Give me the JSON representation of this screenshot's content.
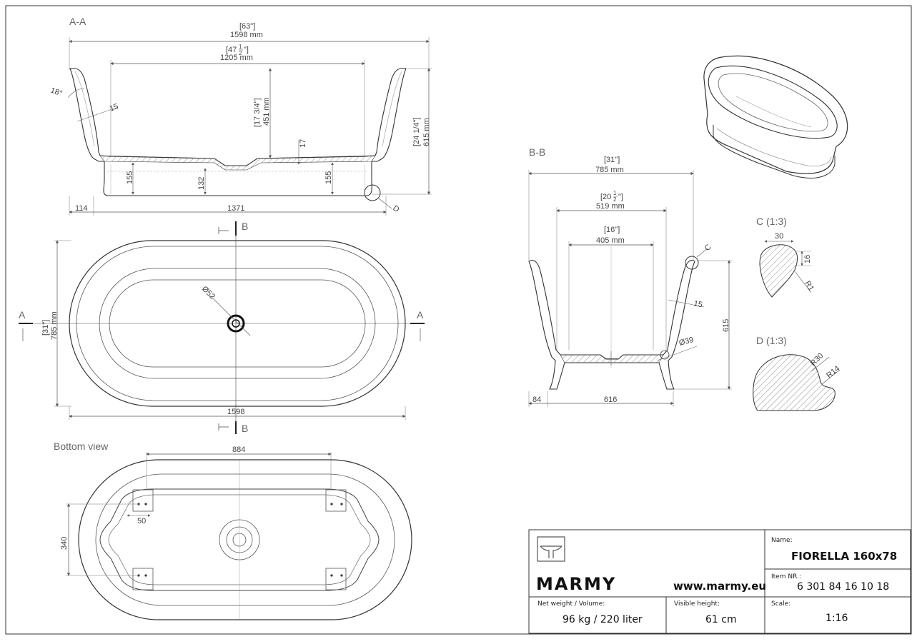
{
  "views": {
    "section_aa": {
      "label": "A-A",
      "dim_total_in": "[63\"]",
      "dim_total_mm": "1598 mm",
      "dim_inner_in_a": "[47",
      "dim_inner_in_b": "\"]",
      "dim_inner_mm": "1205 mm",
      "dim_depth_in": "[17 3/4\"]",
      "dim_depth_mm": "451 mm",
      "dim_height_in": "[24 1/4\"]",
      "dim_height_mm": "615 mm",
      "angle": "18°",
      "wall": "15",
      "base": "17",
      "foot_left": "155",
      "foot_center": "132",
      "foot_right": "155",
      "offset": "114",
      "base_length": "1371",
      "detail_ref": "D"
    },
    "plan": {
      "section_b": "B",
      "section_a": "A",
      "diameter": "Ø52",
      "width_in": "[31\"]",
      "width_mm": "785 mm",
      "length": "1598"
    },
    "bottom": {
      "label": "Bottom view",
      "span": "884",
      "foot_width": "50",
      "foot_spacing": "340"
    },
    "section_bb": {
      "label": "B-B",
      "dim_total_in": "[31\"]",
      "dim_total_mm": "785 mm",
      "dim_mid_in_a": "[20",
      "dim_mid_in_b": "\"]",
      "dim_mid_mm": "519 mm",
      "dim_inner_in": "[16\"]",
      "dim_inner_mm": "405 mm",
      "wall": "15",
      "height": "615",
      "diameter": "Ø39",
      "offset": "84",
      "base": "616",
      "detail_ref": "C"
    },
    "detail_c": {
      "label": "C (1:3)",
      "width": "30",
      "height": "16",
      "radius": "R1"
    },
    "detail_d": {
      "label": "D (1:3)",
      "r_outer": "R30",
      "r_inner": "R14"
    }
  },
  "title_block": {
    "brand": "MARMY",
    "website": "www.marmy.eu",
    "name_label": "Name:",
    "name_value": "FIORELLA 160x78",
    "item_label": "Item NR.:",
    "item_value": "6 301 84 16 10 18",
    "weight_label": "Net weight / Volume:",
    "weight_value": "96 kg / 220 liter",
    "height_label": "Visible height:",
    "height_value": "61 cm",
    "scale_label": "Scale:",
    "scale_value": "1:16"
  }
}
